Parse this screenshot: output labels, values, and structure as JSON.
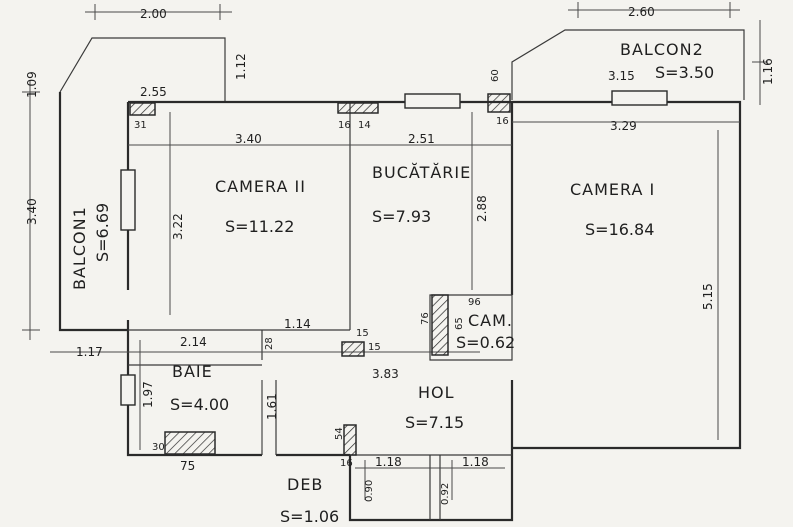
{
  "rooms": {
    "camera2": {
      "name": "CAMERA II",
      "area": "S=11.22"
    },
    "bucatarie": {
      "name": "BUCĂTĂRIE",
      "area": "S=7.93"
    },
    "camera1": {
      "name": "CAMERA I",
      "area": "S=16.84"
    },
    "balcon1": {
      "name": "BALCON1",
      "area": "S=6.69"
    },
    "balcon2": {
      "name": "BALCON2",
      "area": "S=3.50"
    },
    "baie": {
      "name": "BAIE",
      "area": "S=4.00"
    },
    "hol": {
      "name": "HOL",
      "area": "S=7.15"
    },
    "deb": {
      "name": "DEB",
      "area": "S=1.06"
    },
    "cam": {
      "name": "CAM.",
      "area": "S=0.62"
    }
  },
  "dimensions": {
    "top_left": "2.00",
    "top_right": "2.60",
    "balcon1_depth": "1.09",
    "balcon1_length": "3.40",
    "b1_width": "2.55",
    "b1_right": "1.12",
    "camera2_width": "3.40",
    "camera2_height": "3.22",
    "kitchen_width": "2.51",
    "kitchen_height": "2.88",
    "camera1_width": "3.29",
    "camera1_height": "5.15",
    "balcon2_width": "3.15",
    "balcon2_depth": "1.16",
    "b2_offset": "60",
    "baie_width": "2.14",
    "baie_height": "1.97",
    "hall_left": "1.14",
    "hall_width": "3.83",
    "hall_height": "1.61",
    "left_offset": "1.17",
    "deb_left": "1.18",
    "deb_right": "1.18",
    "deb_h1": "0.90",
    "deb_h2": "0.92",
    "wall_31": "31",
    "wall_16a": "16",
    "wall_14": "14",
    "wall_16b": "16",
    "wall_96": "96",
    "wall_76": "76",
    "wall_65": "65",
    "wall_28": "28",
    "wall_15a": "15",
    "wall_15b": "15",
    "wall_30": "30",
    "wall_75": "75",
    "wall_54": "54",
    "wall_16c": "16"
  }
}
